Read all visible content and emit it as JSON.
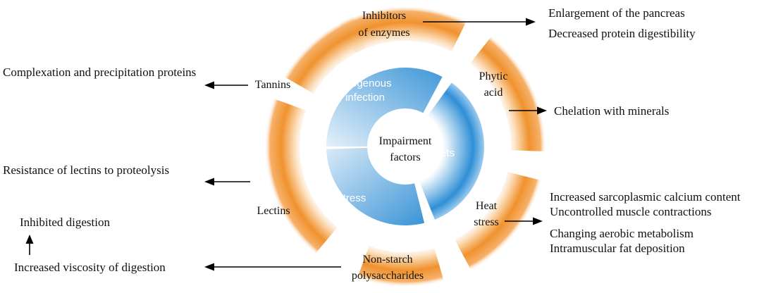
{
  "center": {
    "line1": "Impairment",
    "line2": "factors"
  },
  "inner_segments": {
    "exogenous": {
      "line1": "Exogenous",
      "line2": "infection"
    },
    "diets": "Diets",
    "stress": "Stress"
  },
  "outer_segments": {
    "inhibitors": {
      "line1": "Inhibitors",
      "line2": "of enzymes"
    },
    "phytic": {
      "line1": "Phytic",
      "line2": "acid"
    },
    "heat": {
      "line1": "Heat",
      "line2": "stress"
    },
    "nsp": {
      "line1": "Non-starch",
      "line2": "polysaccharides"
    },
    "lectins": "Lectins",
    "tannins": "Tannins"
  },
  "effects": {
    "inhibitors": [
      "Enlargement of the pancreas",
      "Decreased protein digestibility"
    ],
    "phytic": "Chelation with minerals",
    "heat": [
      "Increased sarcoplasmic calcium content",
      "Uncontrolled muscle contractions",
      "Changing aerobic metabolism",
      "Intramuscular fat deposition"
    ],
    "nsp": [
      "Inhibited digestion",
      "Increased viscosity of digestion"
    ],
    "lectins": "Resistance of lectins to proteolysis",
    "tannins": "Complexation and precipitation proteins"
  },
  "colors": {
    "outer_ring": "#F0922E",
    "inner_ring_dark": "#2E8FD6",
    "inner_ring_light": "#D6E8F6",
    "text": "#111111"
  }
}
